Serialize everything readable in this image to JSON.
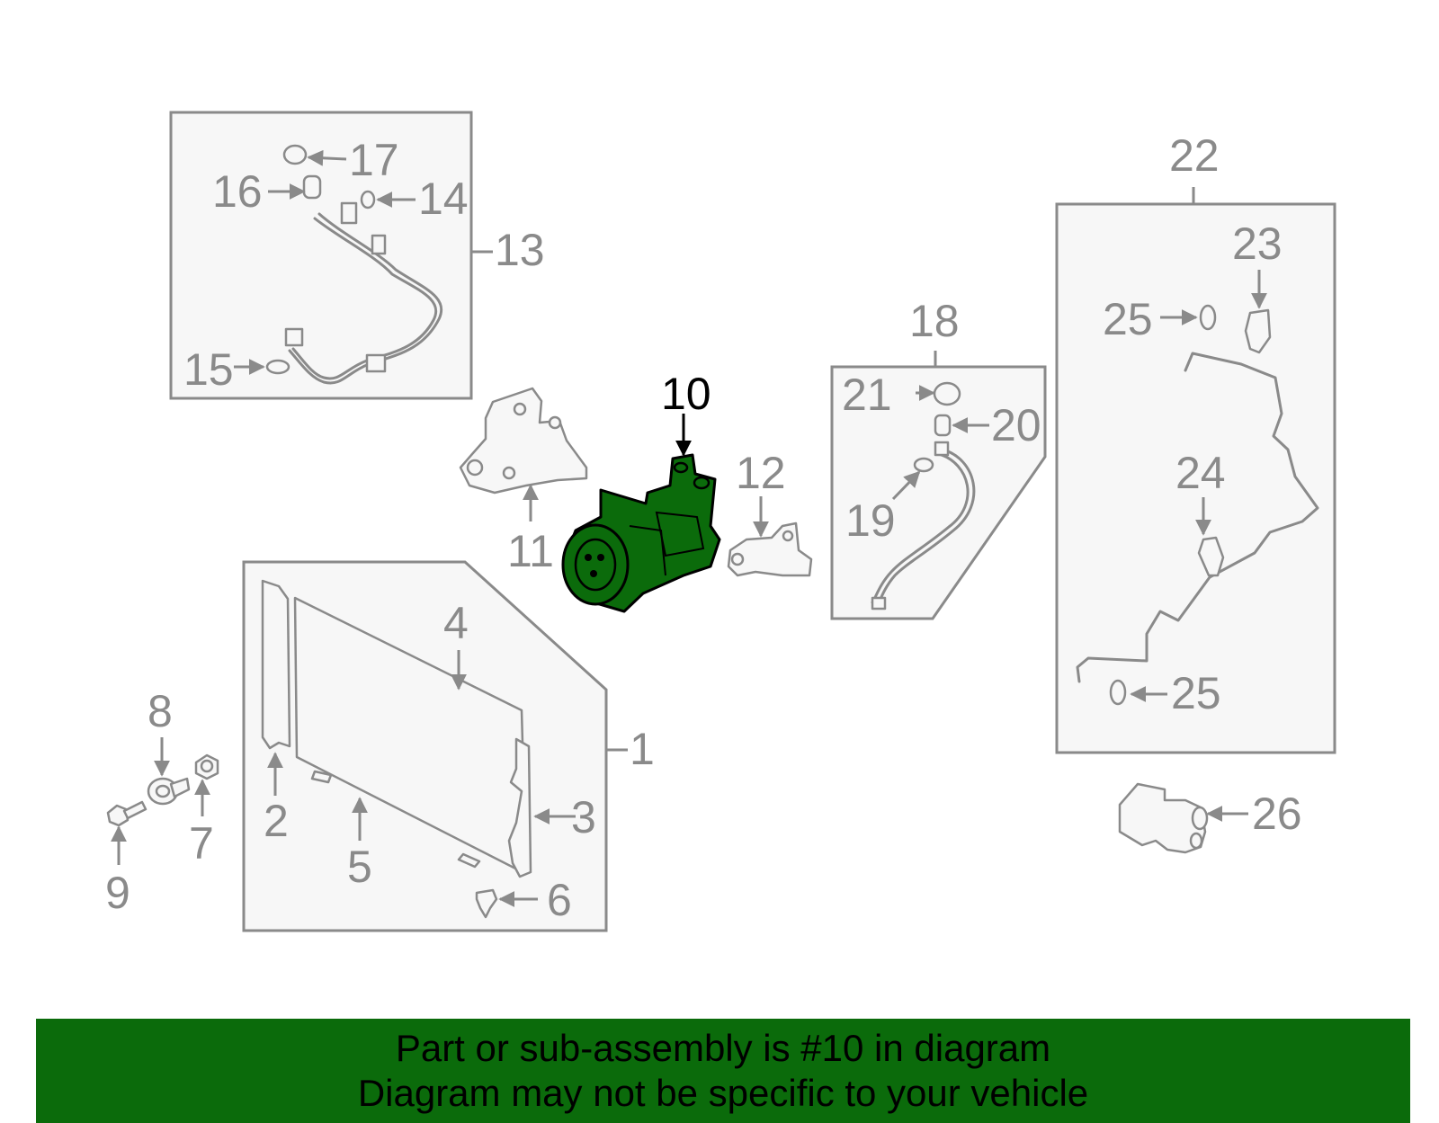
{
  "callouts": {
    "c1": "1",
    "c2": "2",
    "c3": "3",
    "c4": "4",
    "c5": "5",
    "c6": "6",
    "c7": "7",
    "c8": "8",
    "c9": "9",
    "c10": "10",
    "c11": "11",
    "c12": "12",
    "c13": "13",
    "c14": "14",
    "c15": "15",
    "c16": "16",
    "c17": "17",
    "c18": "18",
    "c19": "19",
    "c20": "20",
    "c21": "21",
    "c22": "22",
    "c23": "23",
    "c24": "24",
    "c25a": "25",
    "c25b": "25",
    "c26": "26"
  },
  "highlight": {
    "part_number": "10",
    "color": "#0b6b0b"
  },
  "banner": {
    "line1": "Part or sub-assembly is #10 in diagram",
    "line2": "Diagram may not be specific to your vehicle"
  },
  "colors": {
    "outline": "#8a8a8a",
    "highlight_fill": "#0b6b0b",
    "banner_bg": "#0b6b0b"
  }
}
